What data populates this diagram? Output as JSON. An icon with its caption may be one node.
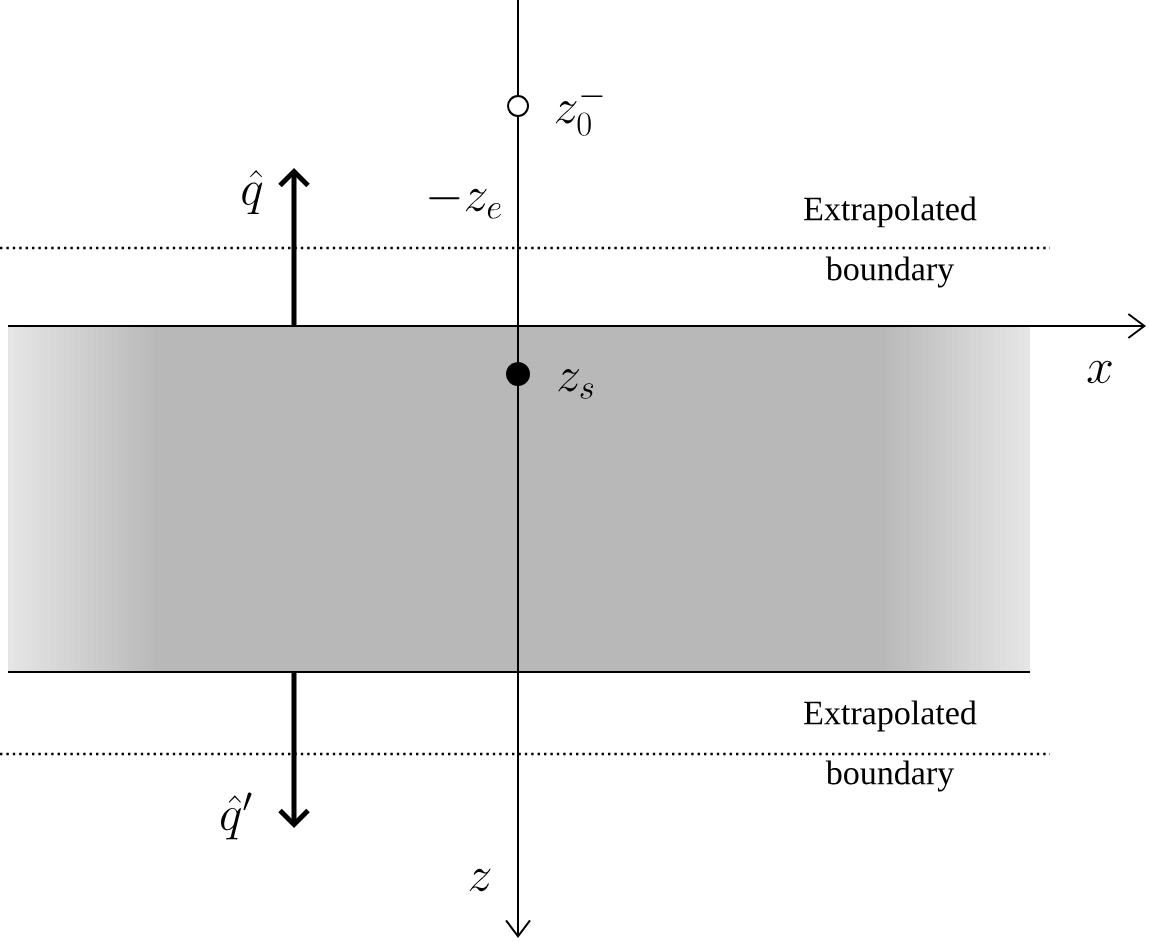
{
  "diagram": {
    "labels": [
      "z_0^{-}",
      "\\hat{q}",
      "-z_e",
      "Extrapolated boundary",
      "x",
      "z_s",
      "Extrapolated boundary",
      "\\hat{q}'",
      "z"
    ]
  }
}
